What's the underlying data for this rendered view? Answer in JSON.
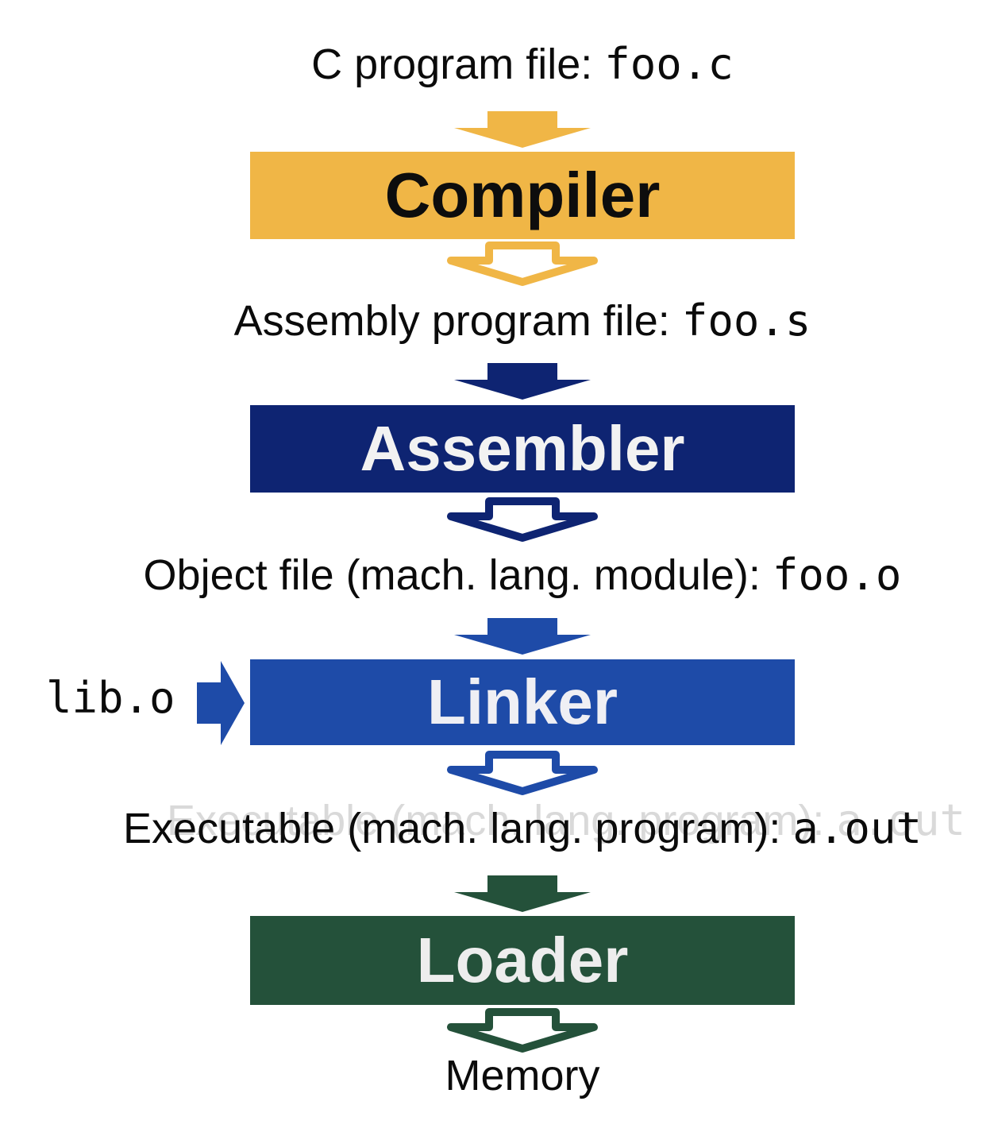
{
  "page": {
    "background": "#ffffff"
  },
  "pipeline": {
    "io_labels": [
      {
        "prefix": "C program file: ",
        "file": "foo.c"
      },
      {
        "prefix": "Assembly program file: ",
        "file": "foo.s"
      },
      {
        "prefix": "Object file (mach. lang. module): ",
        "file": "foo.o"
      },
      {
        "prefix": "Executable (mach. lang. program): ",
        "file": "a.out"
      }
    ],
    "final_label": "Memory",
    "side_input": {
      "file": "lib.o"
    },
    "boxes": [
      {
        "label": "Compiler",
        "fill": "#F0B646",
        "text_color": "#0d0d0d"
      },
      {
        "label": "Assembler",
        "fill": "#0E2472",
        "text_color": "#F2F2F2"
      },
      {
        "label": "Linker",
        "fill": "#1E4BA8",
        "text_color": "#EFEFF4"
      },
      {
        "label": "Loader",
        "fill": "#24513A",
        "text_color": "#EDEDED"
      }
    ],
    "arrow_colors": {
      "gold": "#F0B646",
      "navy": "#0E2472",
      "blue": "#1E4BA8",
      "green": "#24513A"
    },
    "ghost_text_color": "#d9d9d9",
    "icons": {
      "flow": "down-arrow-icon",
      "flow_outline": "down-arrow-outline-icon",
      "side_input": "right-arrow-icon"
    }
  }
}
